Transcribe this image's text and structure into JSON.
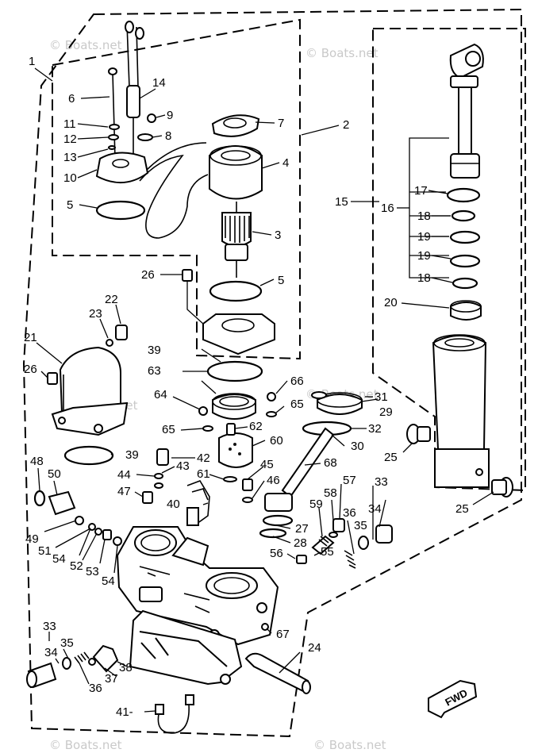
{
  "watermarks": [
    "© Boats.net",
    "© Boats.net",
    "© Boats.net",
    "© Boats.net",
    "© Boats.net",
    "© Boats.net"
  ],
  "fwd_label": "FWD",
  "labels": [
    "1",
    "2",
    "3",
    "4",
    "5",
    "5",
    "6",
    "7",
    "8",
    "9",
    "10",
    "11",
    "12",
    "13",
    "14",
    "15",
    "16",
    "17",
    "18",
    "18",
    "19",
    "19",
    "20",
    "21",
    "22",
    "23",
    "24",
    "25",
    "25",
    "26",
    "26",
    "27",
    "28",
    "29",
    "30",
    "31",
    "32",
    "33",
    "33",
    "34",
    "34",
    "35",
    "35",
    "36",
    "36",
    "37",
    "38",
    "39",
    "39",
    "40",
    "41-",
    "42",
    "43",
    "44",
    "45",
    "46",
    "47",
    "48",
    "49",
    "50",
    "51",
    "52",
    "53",
    "54",
    "54",
    "55",
    "56",
    "57",
    "58",
    "59",
    "60",
    "61",
    "62",
    "63",
    "64",
    "65",
    "65",
    "66",
    "67",
    "68"
  ]
}
